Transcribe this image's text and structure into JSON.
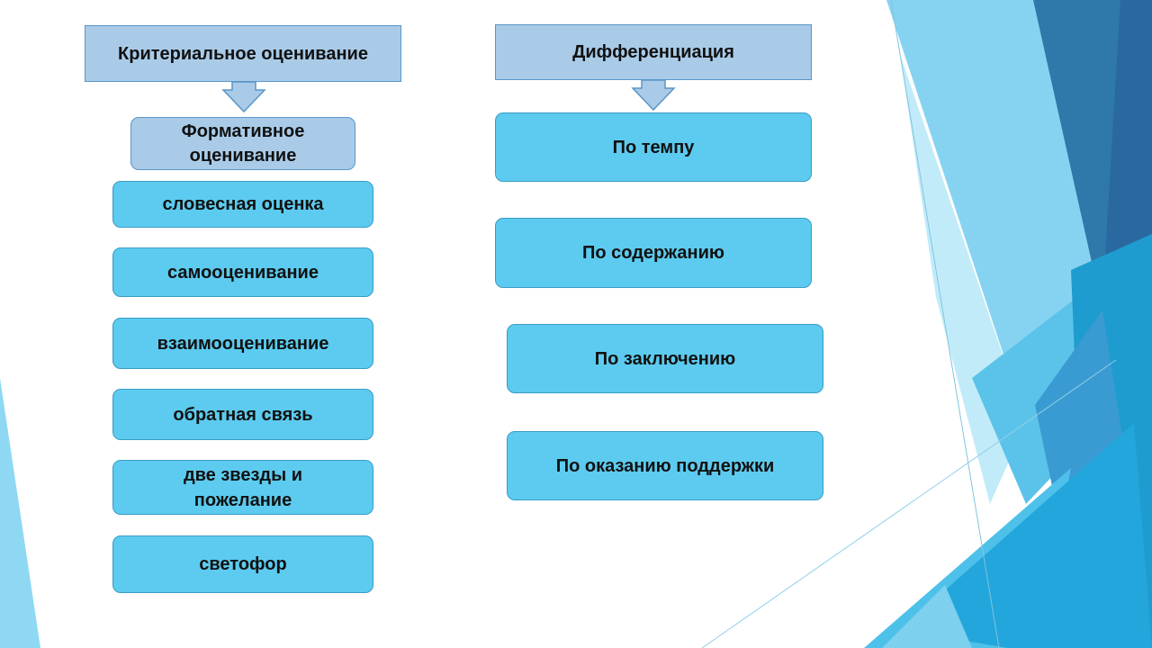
{
  "left": {
    "header": "Критериальное оценивание",
    "sub": "Формативное оценивание",
    "items": [
      "словесная оценка",
      "самооценивание",
      "взаимооценивание",
      "обратная связь",
      "две звезды и пожелание",
      "светофор"
    ]
  },
  "right": {
    "header": "Дифференциация",
    "items": [
      "По темпу",
      "По содержанию",
      "По заключению",
      "По оказанию поддержки"
    ]
  },
  "colors": {
    "header": "#a9cbe8",
    "item": "#5ccbef",
    "border": "#3a9cc6"
  }
}
